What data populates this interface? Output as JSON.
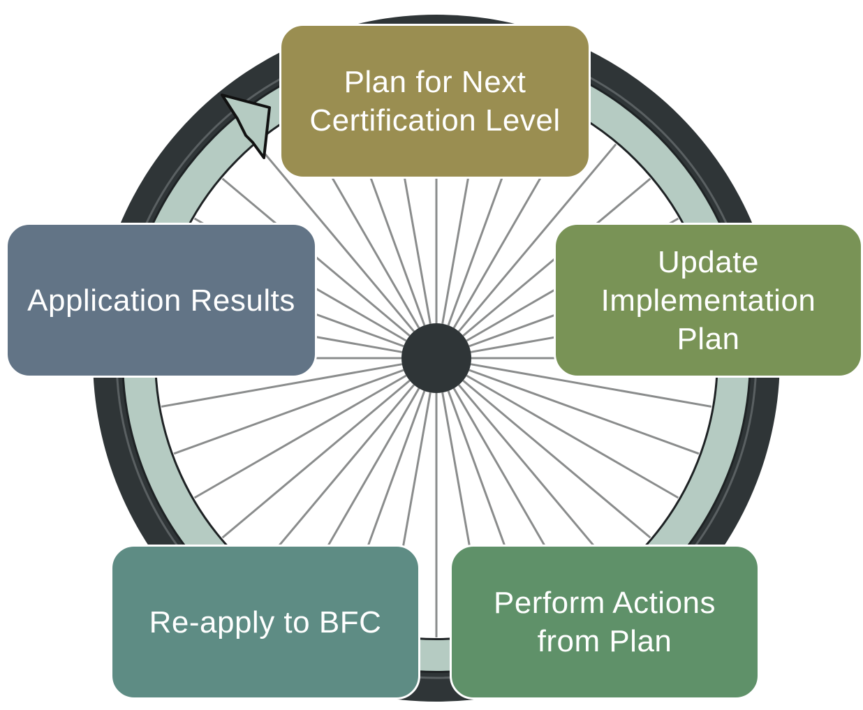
{
  "colors": {
    "tire": "#2f3537",
    "tire_rim": "#3a4042",
    "cycle_arrow": "#b5cbc2",
    "spoke": "#8a8c8c",
    "hub": "#2f3537",
    "arrow_tip": "#a2a6a4"
  },
  "steps": [
    {
      "id": "plan-next",
      "label": "Plan for Next\nCertification Level",
      "color": "#9a8e51"
    },
    {
      "id": "update",
      "label": "Update\nImplementation\nPlan",
      "color": "#799356"
    },
    {
      "id": "perform",
      "label": "Perform Actions\nfrom Plan",
      "color": "#5f9169"
    },
    {
      "id": "reapply",
      "label": "Re-apply to BFC",
      "color": "#5e8c84"
    },
    {
      "id": "results",
      "label": "Application Results",
      "color": "#627486"
    }
  ]
}
